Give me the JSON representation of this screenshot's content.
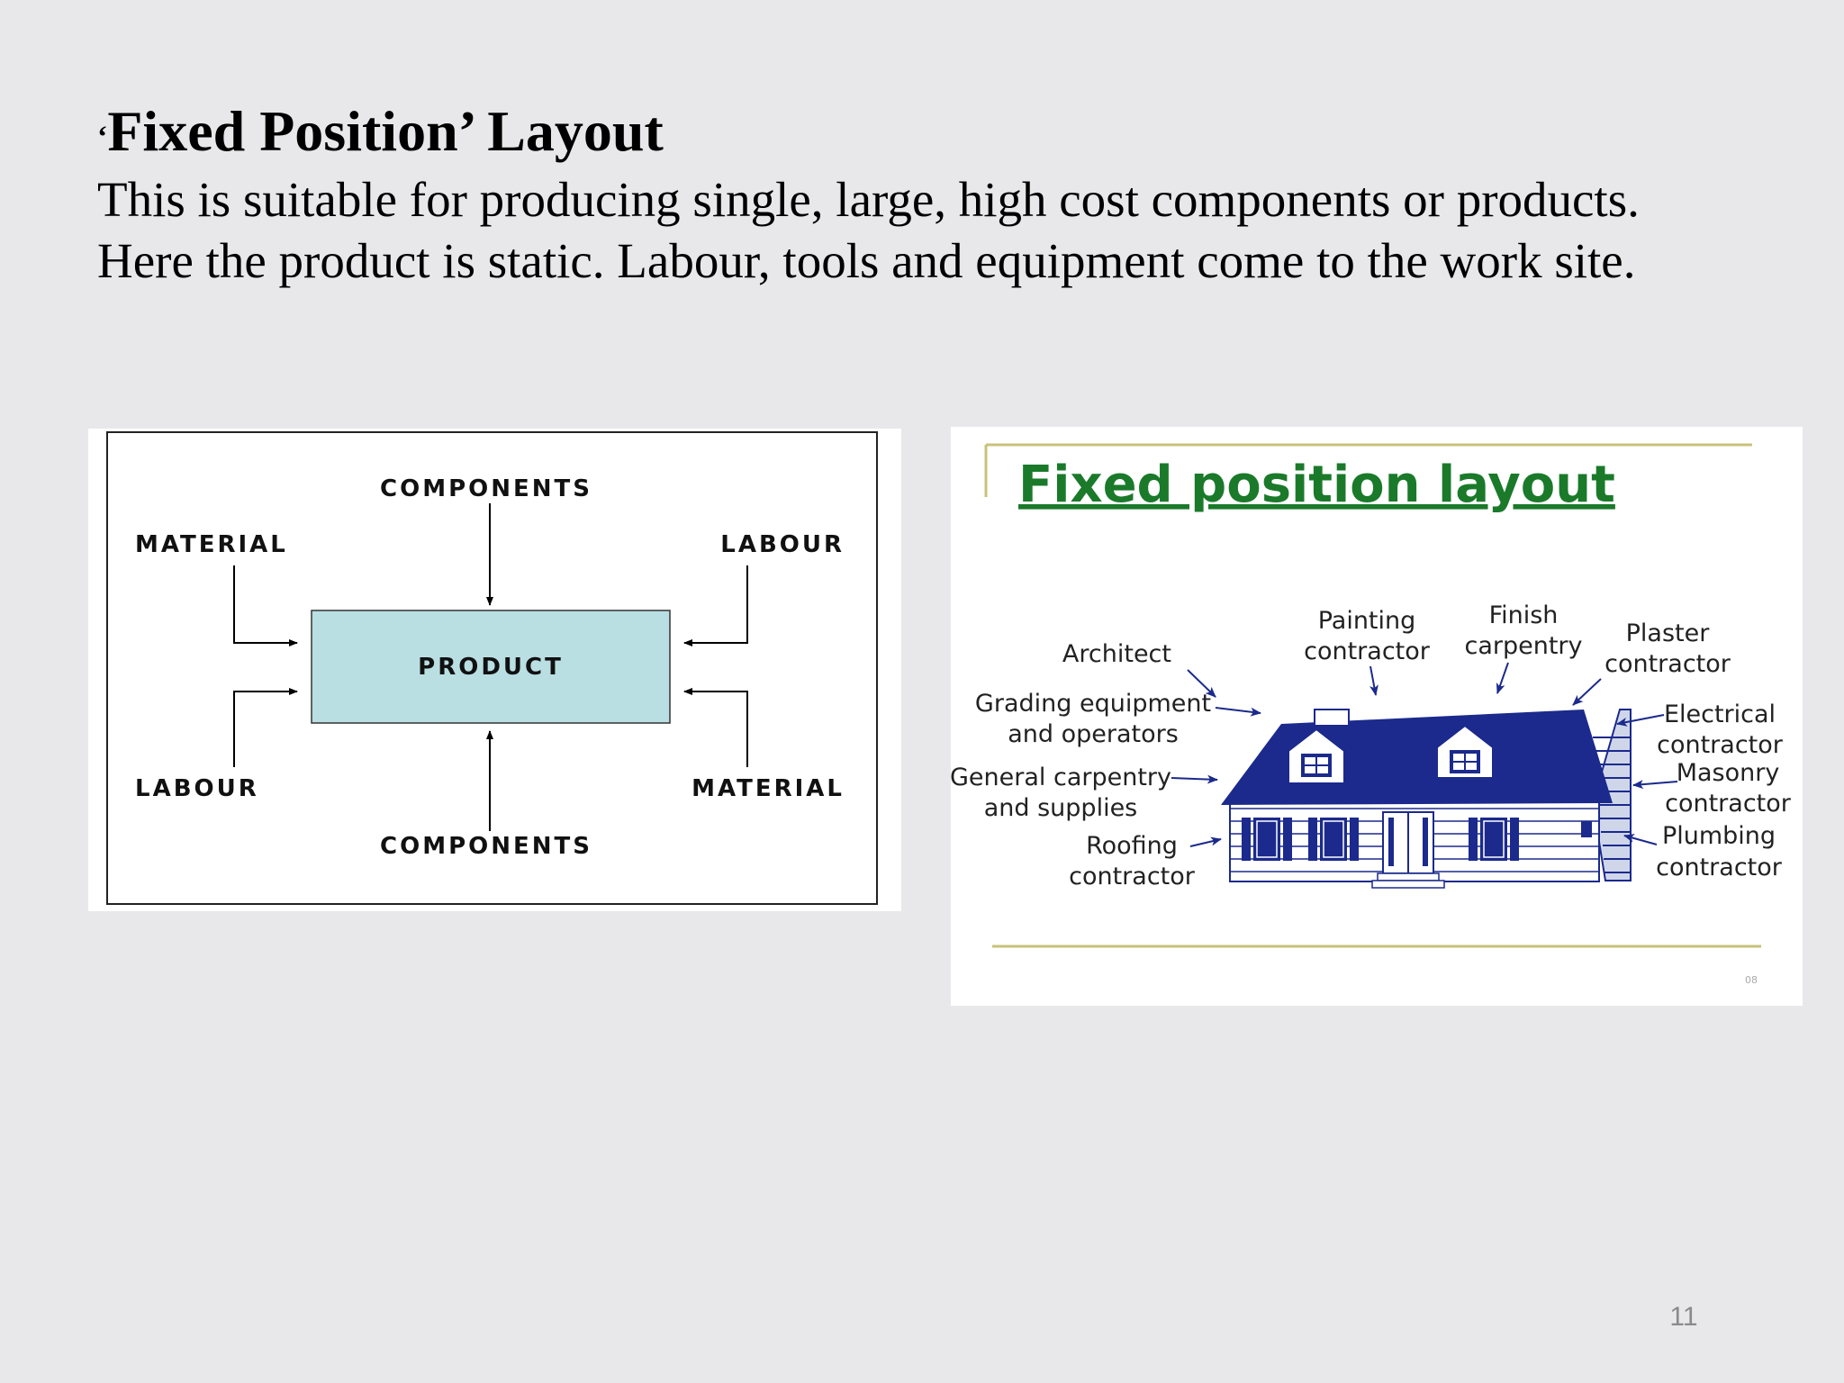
{
  "slide": {
    "title_quote": "‘",
    "title_text": "Fixed Position’ Layout",
    "body_line_1": "This is suitable for producing single, large, high cost components or products.",
    "body_line_2": "Here the product is static. Labour, tools and equipment come to the work site.",
    "page_number": "11"
  },
  "left_diagram": {
    "center": "PRODUCT",
    "top": "COMPONENTS",
    "bottom": "COMPONENTS",
    "top_left": "MATERIAL",
    "top_right": "LABOUR",
    "bottom_left": "LABOUR",
    "bottom_right": "MATERIAL",
    "product_fill": "#b9dfe3"
  },
  "right_diagram": {
    "title": "Fixed position layout",
    "title_color": "#1a7a2a",
    "house_color": "#1b2a8c",
    "labels": {
      "architect": "Architect",
      "painting_1": "Painting",
      "painting_2": "contractor",
      "finish_1": "Finish",
      "finish_2": "carpentry",
      "plaster_1": "Plaster",
      "plaster_2": "contractor",
      "grading_1": "Grading equipment",
      "grading_2": "and operators",
      "general_1": "General carpentry",
      "general_2": "and supplies",
      "roofing_1": "Roofing",
      "roofing_2": "contractor",
      "electrical_1": "Electrical",
      "electrical_2": "contractor",
      "masonry_1": "Masonry",
      "masonry_2": "contractor",
      "plumbing_1": "Plumbing",
      "plumbing_2": "contractor"
    },
    "corner_number": "08"
  }
}
